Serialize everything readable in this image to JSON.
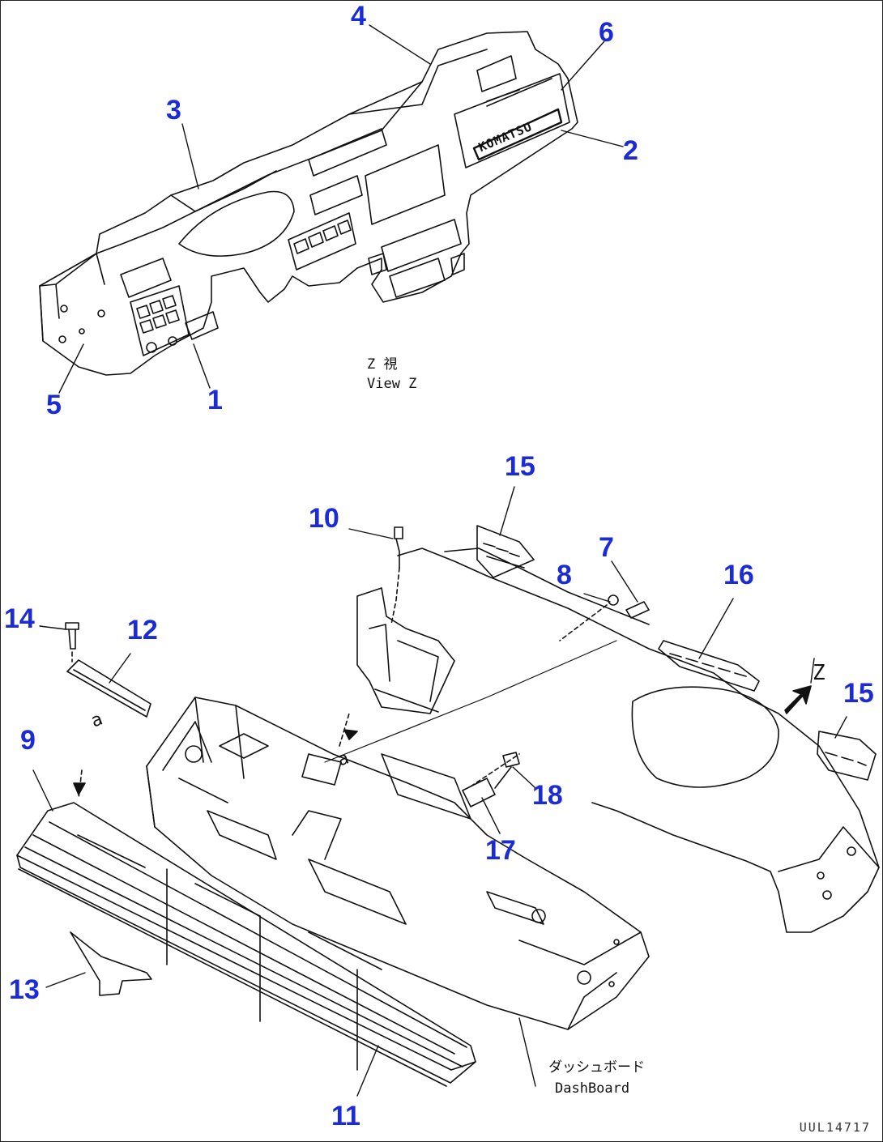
{
  "colors": {
    "callout": "#1b2bd6",
    "line": "#111111",
    "paper": "#ffffff"
  },
  "callouts": {
    "c1": "1",
    "c2": "2",
    "c3": "3",
    "c4": "4",
    "c5": "5",
    "c6": "6",
    "c7": "7",
    "c8": "8",
    "c9": "9",
    "c10": "10",
    "c11": "11",
    "c12": "12",
    "c13": "13",
    "c14": "14",
    "c15a": "15",
    "c15b": "15",
    "c16": "16",
    "c17": "17",
    "c18": "18"
  },
  "view_label": {
    "jp": "Z 視",
    "en": "View Z"
  },
  "detail_marks": {
    "a1": "a",
    "a2": "a",
    "z": "Z"
  },
  "dashboard_label": {
    "jp": "ダッシュボード",
    "en": "DashBoard"
  },
  "brand_text": "KOMATSU",
  "drawing_id": "UUL14717"
}
